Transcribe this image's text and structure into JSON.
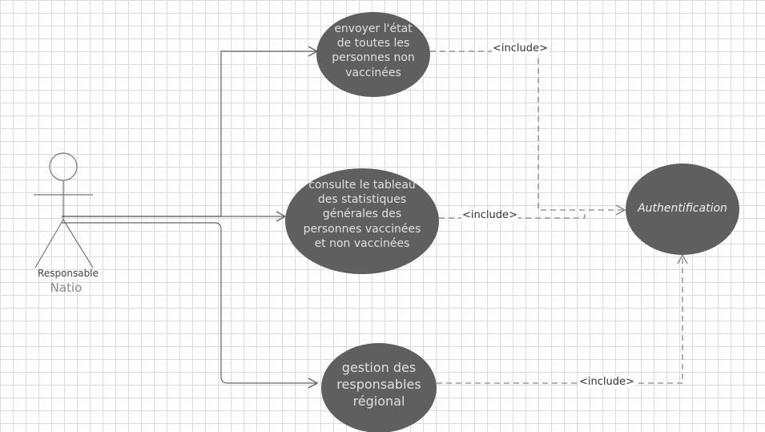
{
  "actor": {
    "role": "Responsable",
    "name": "Natio"
  },
  "use_cases": {
    "envoyer": "envoyer l'état\nde toutes les\n personnes non\n vaccinées",
    "consulte": "consulte le tableau\ndes statistiques\ngénérales des\n personnes vaccinées\net non vaccinées",
    "gestion": "gestion des\nresponsables\nrégional",
    "authentification": "Authentification"
  },
  "relations": {
    "include_1": "<include>",
    "include_2": "<include>",
    "include_3": "<include>"
  },
  "colors": {
    "ellipse": "#5f5f5f",
    "text": "#e0e0e0",
    "line": "#666666",
    "dashed": "#888888"
  }
}
